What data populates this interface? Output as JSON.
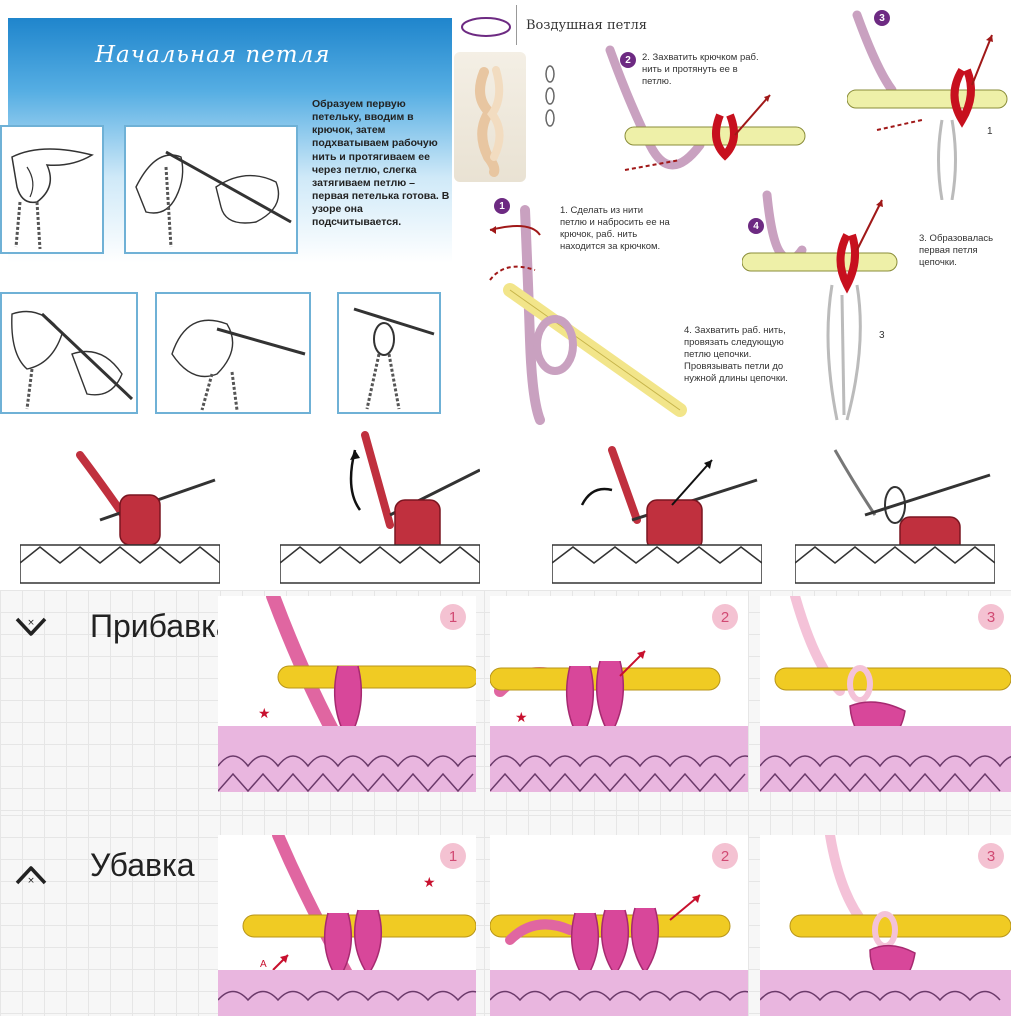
{
  "panel_a": {
    "title": "Начальная петля",
    "description": "Образуем первую петельку, вводим в крючок, затем подхватываем рабочую нить и протягиваем ее через петлю, слегка затягиваем петлю – первая петелька готова. В узоре она подсчитывается."
  },
  "panel_b": {
    "legend": "Воздушная петля",
    "step1_num": "1",
    "step1": "1. Сделать из нити петлю и набросить ее на крючок, раб. нить находится за крючком.",
    "step2_num": "2",
    "step2": "2. Захватить крючком раб. нить и протянуть ее в петлю.",
    "step3_num": "3",
    "step3": "3. Образовалась первая петля цепочки.",
    "step4_num": "4",
    "step4": "4. Захватить раб. нить, провязать следующую петлю цепочки. Провязывать петли до нужной длины цепочки.",
    "mark1": "1",
    "mark3": "3"
  },
  "increase": {
    "title": "Прибавка",
    "steps": [
      "1",
      "2",
      "3"
    ]
  },
  "decrease": {
    "title": "Убавка",
    "steps": [
      "1",
      "2",
      "3"
    ],
    "mark": "A"
  },
  "colors": {
    "title_blue": "#2c8fd0",
    "yarn_red": "#c0303e",
    "yarn_pink": "#e066a1",
    "fabric_pink": "#e9b6df",
    "hook_yellow": "#f0cb23",
    "badge_purple": "#6d2a82"
  }
}
